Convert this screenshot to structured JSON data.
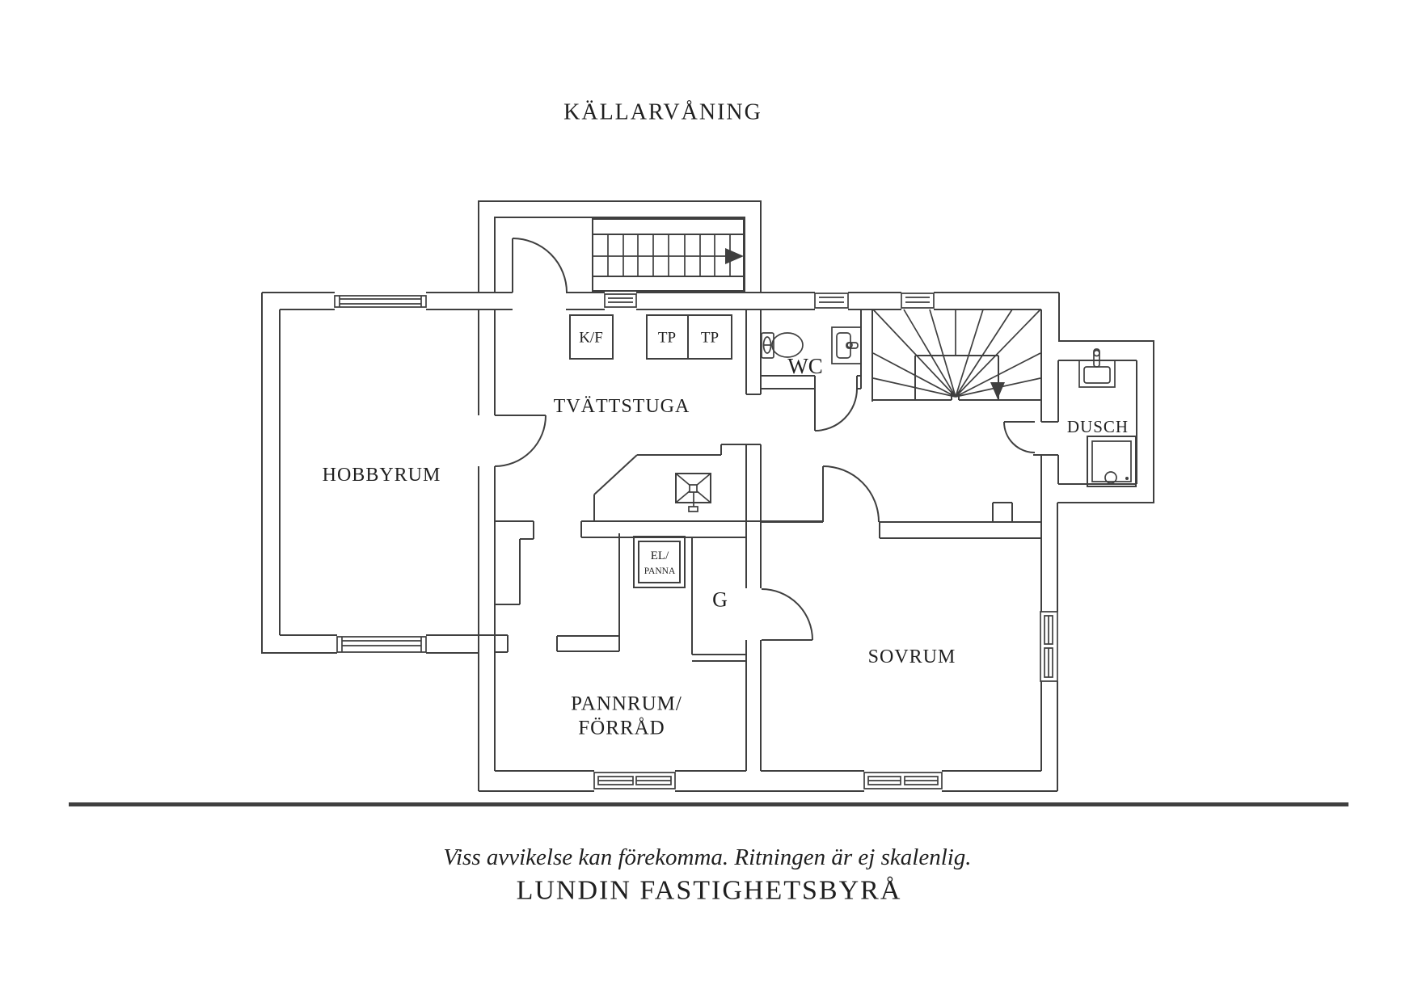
{
  "title": "KÄLLARVÅNING",
  "plan": {
    "rooms": {
      "hobbyrum": "HOBBYRUM",
      "tvattstuga": "TVÄTTSTUGA",
      "wc": "WC",
      "dusch": "DUSCH",
      "sovrum": "SOVRUM",
      "pannrum_line1": "PANNRUM/",
      "pannrum_line2": "FÖRRÅD",
      "garderob": "G",
      "el_line1": "EL/",
      "el_line2": "PANNA",
      "kyl_frys": "K/F",
      "tp_left": "TP",
      "tp_right": "TP"
    }
  },
  "footer": {
    "disclaimer": "Viss avvikelse kan förekomma. Ritningen är ej skalenlig.",
    "brand": "LUNDIN FASTIGHETSBYRÅ"
  },
  "colors": {
    "line": "#3f3f3f",
    "text": "#1f1f1f",
    "background": "#ffffff"
  }
}
